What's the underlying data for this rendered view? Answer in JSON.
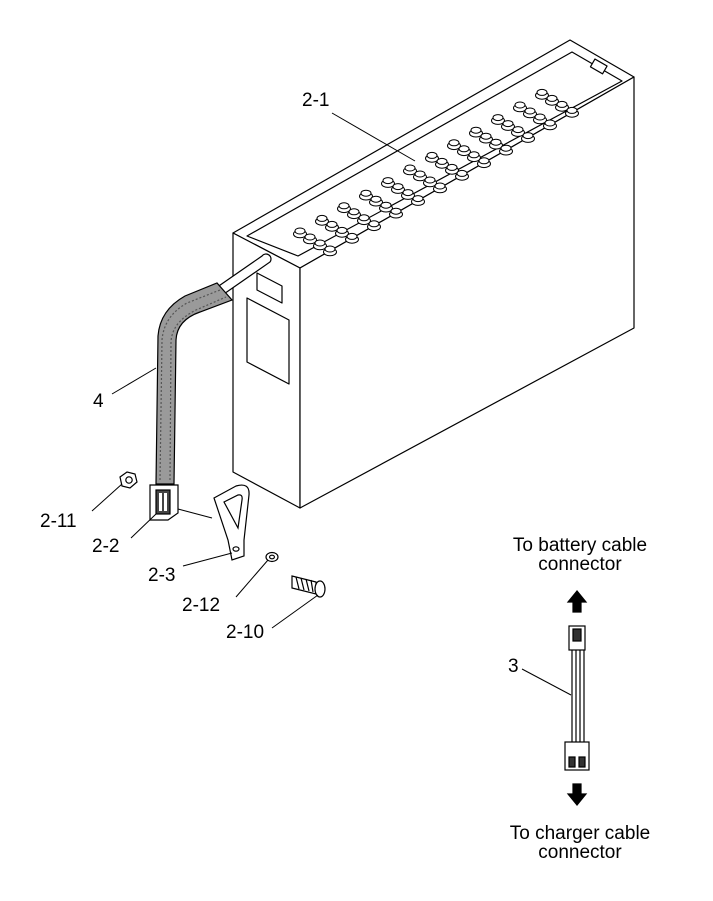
{
  "callouts": {
    "battery": "2-1",
    "cable": "4",
    "nut": "2-11",
    "plug": "2-2",
    "handle": "2-3",
    "washer": "2-12",
    "screw": "2-10",
    "adapter": "3"
  },
  "notes": {
    "top_line1": "To battery cable",
    "top_line2": "connector",
    "bottom_line1": "To charger cable",
    "bottom_line2": "connector"
  }
}
